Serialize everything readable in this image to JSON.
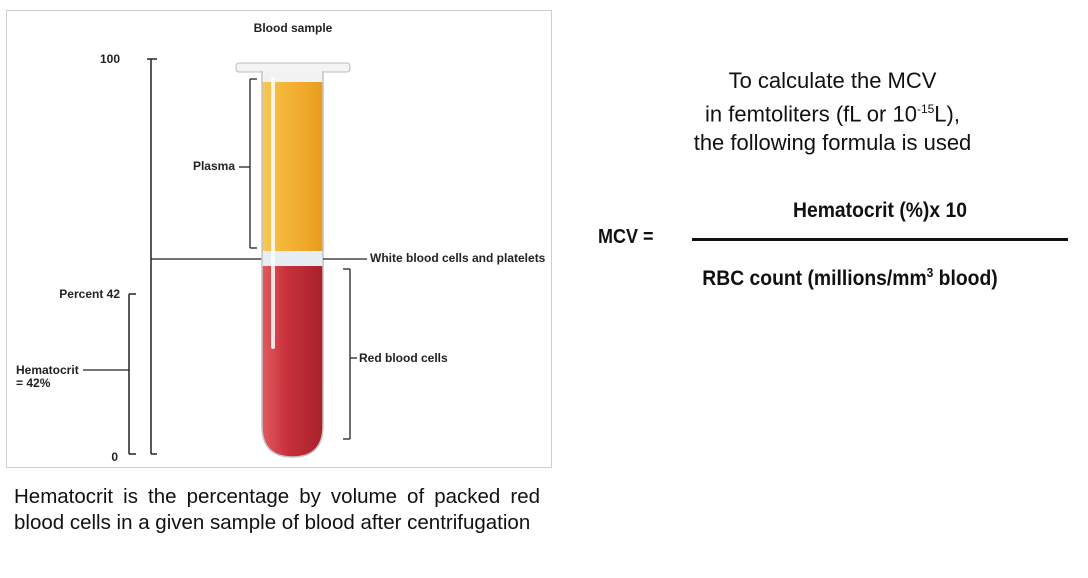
{
  "diagram": {
    "title": "Blood sample",
    "scale_top": "100",
    "scale_bottom": "0",
    "percent_label": "Percent 42",
    "plasma_label": "Plasma",
    "wbc_label": "White blood cells and platelets",
    "rbc_label": "Red blood cells",
    "hematocrit_label": "Hematocrit",
    "hematocrit_value": "= 42%",
    "colors": {
      "plasma": "#f4b63a",
      "rbc": "#c8323c",
      "buffy_coat": "#e6eef4",
      "lines": "#222222"
    }
  },
  "caption": "Hematocrit is the percentage by volume of packed red blood cells in a given sample of blood after centrifugation",
  "intro": {
    "line1": "To calculate the MCV",
    "line2_pre": "in femtoliters (fL or 10",
    "line2_sup": "-15",
    "line2_post": "L),",
    "line3": "the following formula is used"
  },
  "formula": {
    "lhs": "MCV =",
    "numerator": "Hematocrit (%)x 10",
    "denominator_pre": "RBC count (millions/mm",
    "denominator_sup": "3",
    "denominator_post": " blood)"
  }
}
